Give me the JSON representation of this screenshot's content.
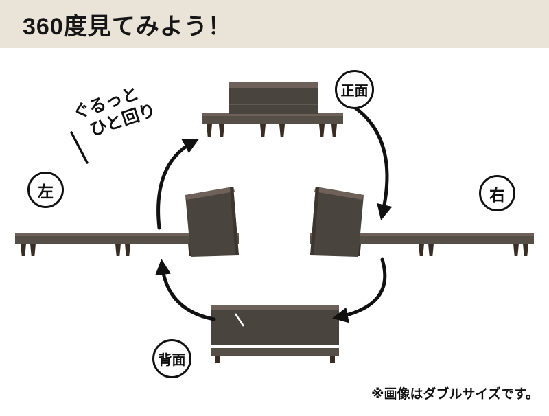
{
  "header": {
    "title": "360度見てみよう！"
  },
  "view_labels": {
    "front": "正面",
    "left": "左",
    "right": "右",
    "back": "背面"
  },
  "rotation_caption": {
    "line1": "ぐるっと",
    "line2": "ひと回り"
  },
  "footnote": "※画像はダブルサイズです。",
  "colors": {
    "banner_bg": "#EAE3D7",
    "text": "#111111",
    "wood_dark": "#4A443E",
    "wood_mid": "#554F48",
    "wood_light": "#6D6159",
    "leg_brown": "#3A2D23",
    "arrow": "#111111"
  }
}
